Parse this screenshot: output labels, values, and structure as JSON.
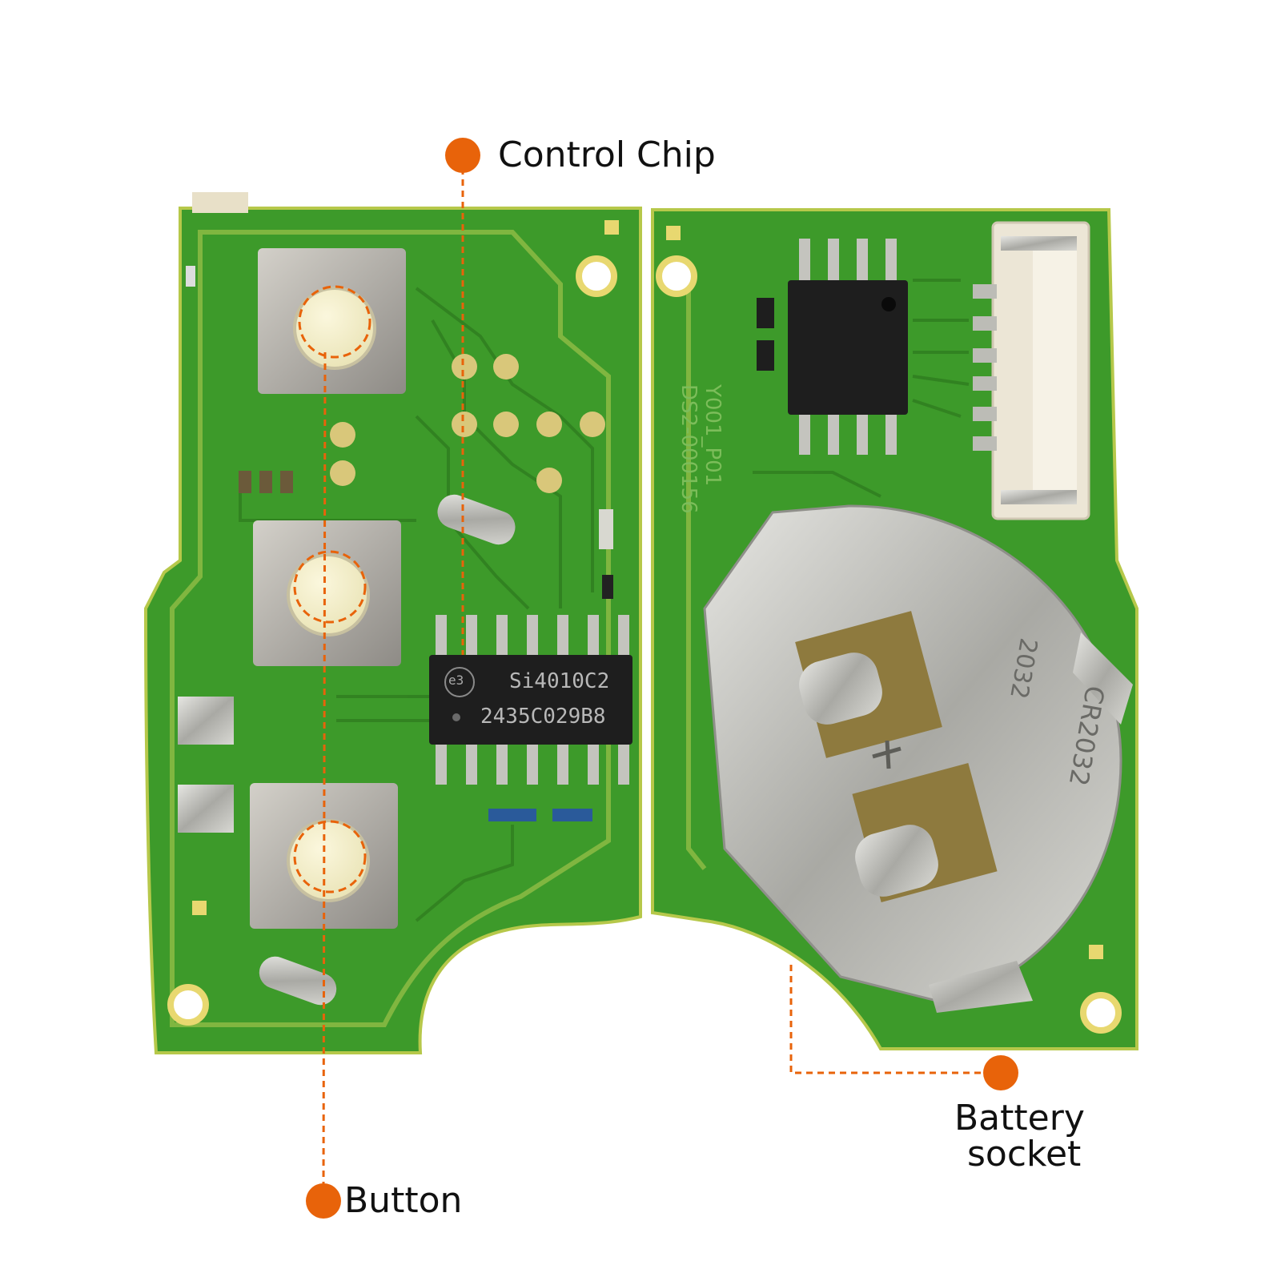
{
  "annotations": {
    "control_chip": "Control Chip",
    "button": "Button",
    "battery_socket_line1": "Battery",
    "battery_socket_line2": "socket"
  },
  "chip": {
    "logo": "e3",
    "part_number": "Si4010C2",
    "lot_code": "2435C029B8"
  },
  "battery_holder_text": {
    "line1": "2032",
    "line2": "CR2032"
  },
  "pcb_text": {
    "code1": "Y001_P01",
    "code2": "DS2-000156"
  },
  "colors": {
    "accent": "#e8630a",
    "pcb_green": "#3f9a2c",
    "pcb_edge": "#c8d25a",
    "metal": "#b9b9b4",
    "chip_body": "#1e1e1e"
  }
}
